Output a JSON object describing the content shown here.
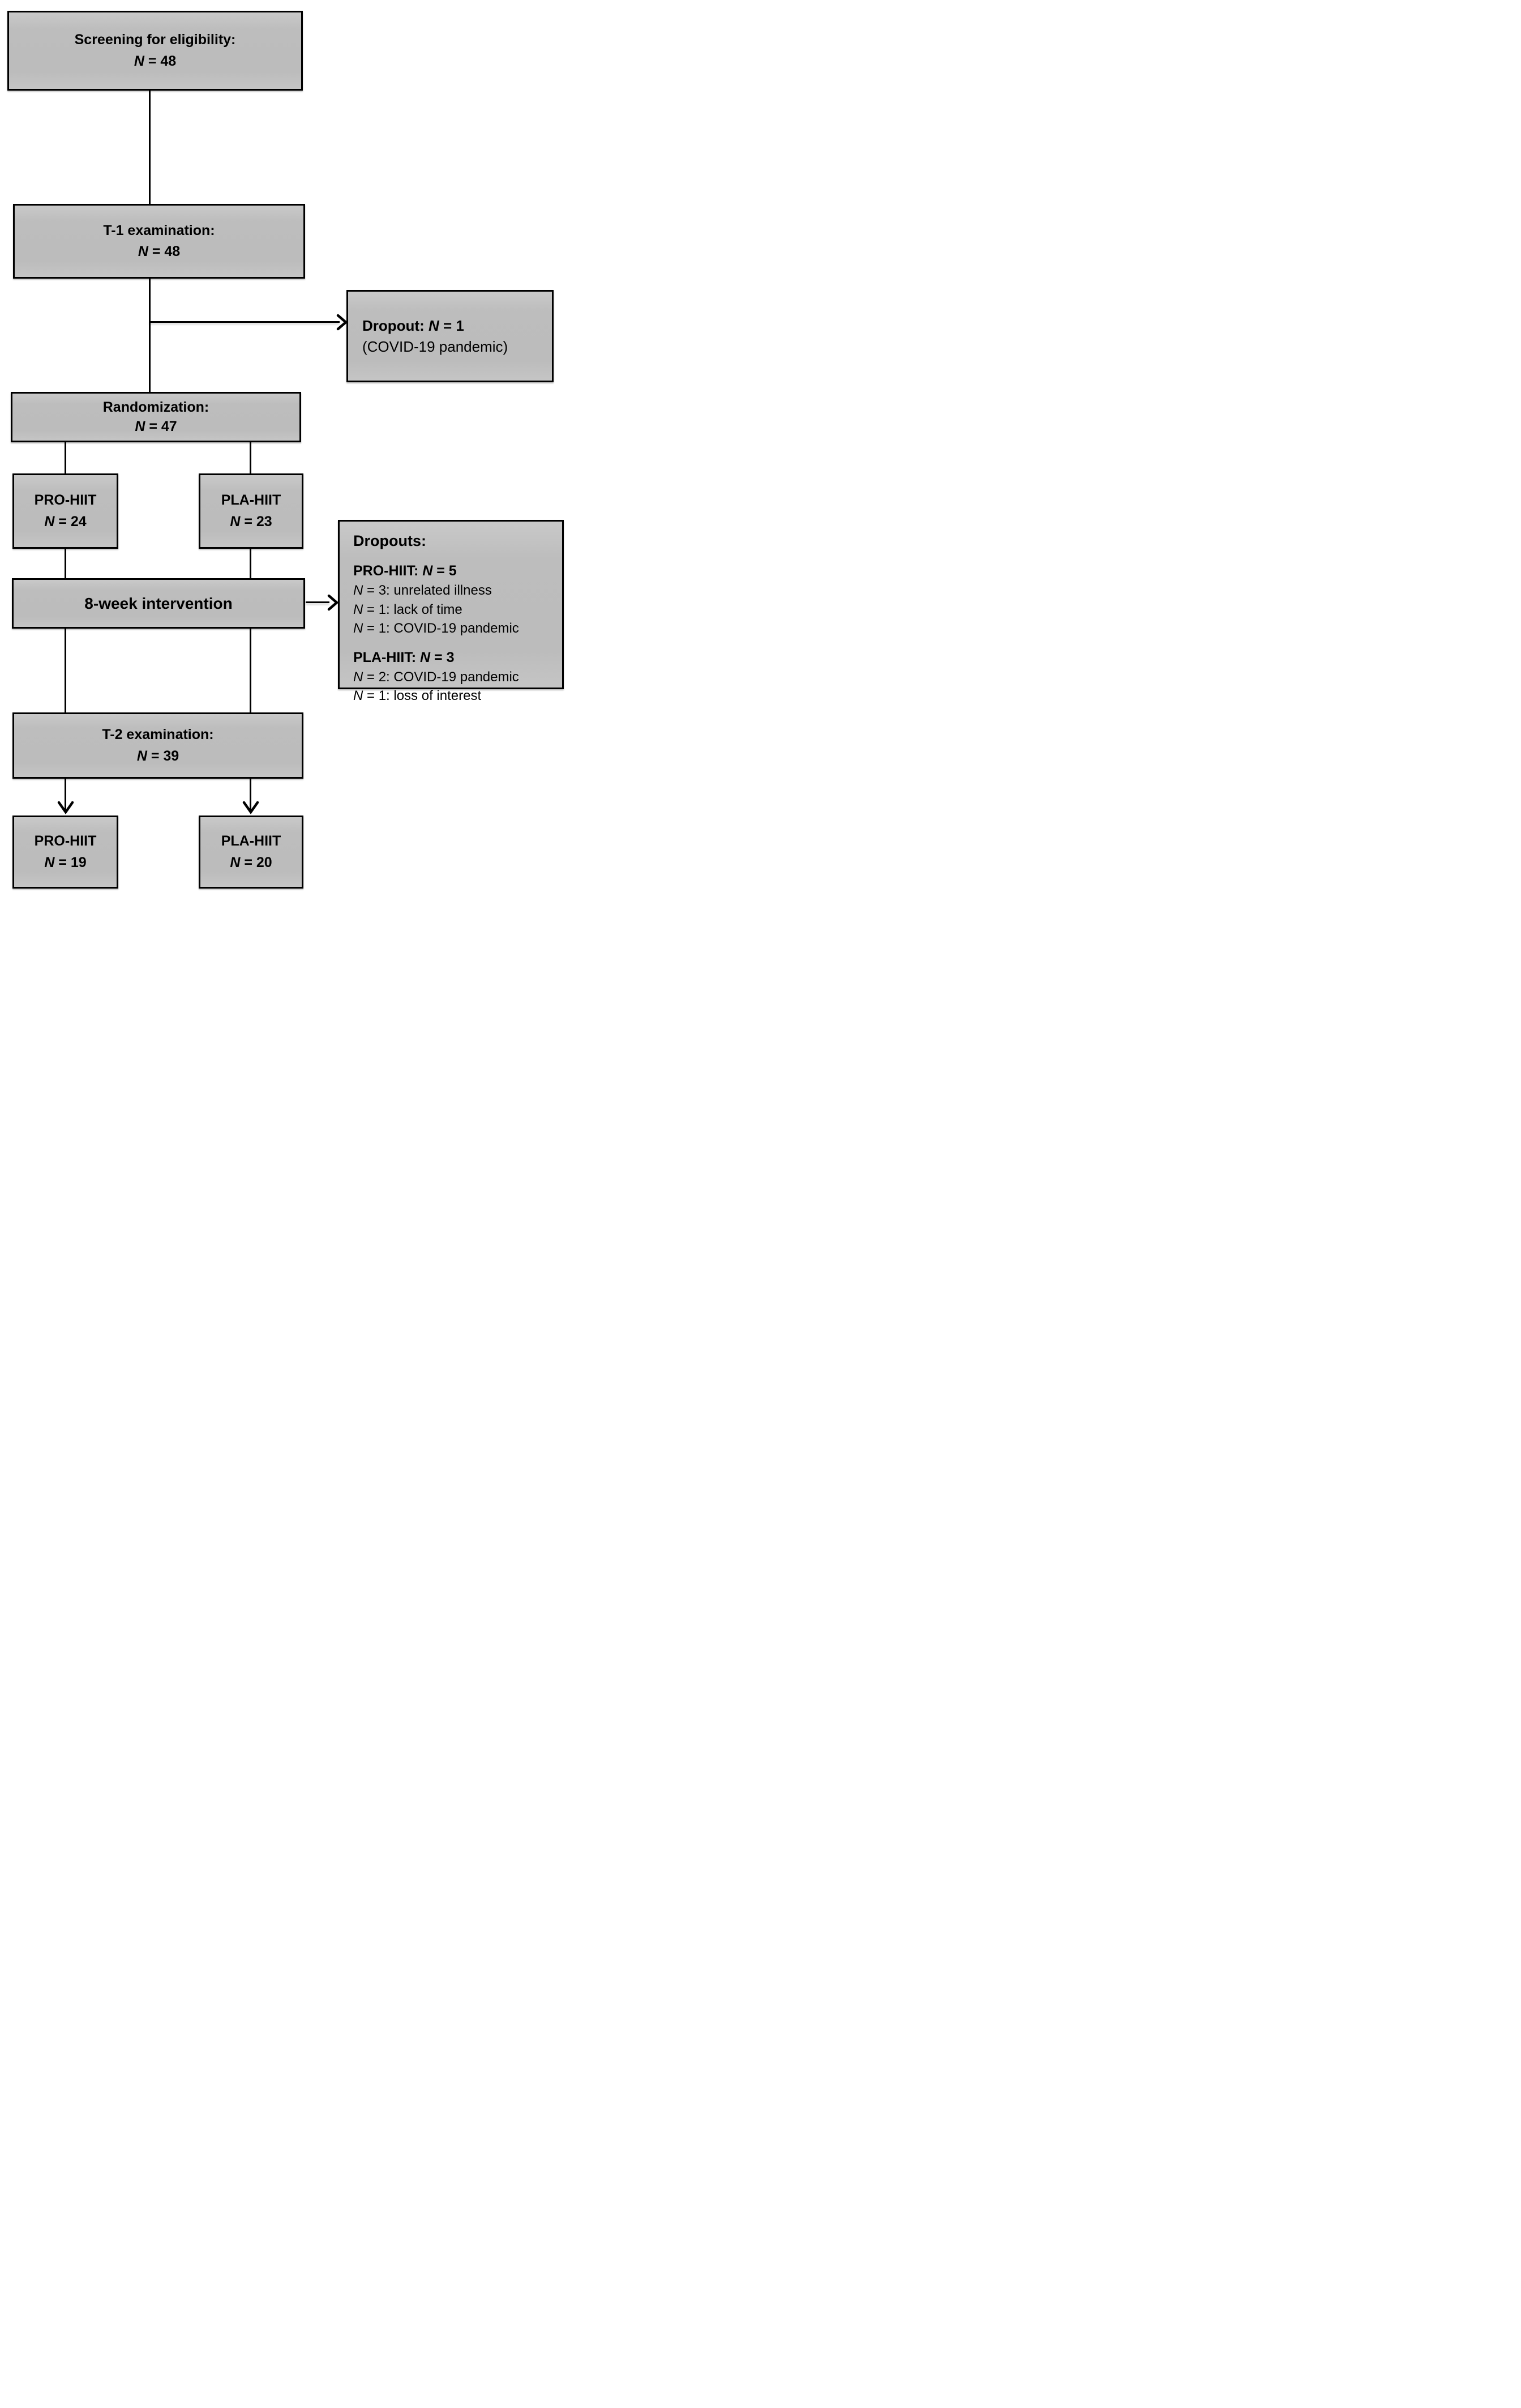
{
  "diagram": {
    "colors": {
      "box_fill": "#bdbdbd",
      "border": "#000000",
      "line": "#000000",
      "background": "#ffffff"
    },
    "boxes": {
      "screening": {
        "line1": "Screening for eligibility:",
        "n_italic": "N",
        "n_rest": " = 48"
      },
      "t1": {
        "line1": "T-1 examination:",
        "n_italic": "N",
        "n_rest": " = 48"
      },
      "dropout_t1": {
        "bold_prefix": "Dropout: ",
        "n_italic": "N",
        "bold_rest": " = 1",
        "line2": "(COVID-19 pandemic)"
      },
      "randomization": {
        "line1": "Randomization:",
        "n_italic": "N",
        "n_rest": " = 47"
      },
      "pro_arm": {
        "line1": "PRO-HIIT",
        "n_italic": "N",
        "n_rest": " = 24"
      },
      "pla_arm": {
        "line1": "PLA-HIIT",
        "n_italic": "N",
        "n_rest": " = 23"
      },
      "intervention": {
        "line1": "8-week intervention"
      },
      "dropouts": {
        "heading": "Dropouts:",
        "pro_title_name": "PRO-HIIT: ",
        "pro_title_n": "N",
        "pro_title_rest": " = 5",
        "pro_items": [
          {
            "n": "N",
            "rest": " = 3: unrelated illness"
          },
          {
            "n": "N",
            "rest": " = 1: lack of time"
          },
          {
            "n": "N",
            "rest": " = 1: COVID-19 pandemic"
          }
        ],
        "pla_title_name": "PLA-HIIT: ",
        "pla_title_n": "N",
        "pla_title_rest": " = 3",
        "pla_items": [
          {
            "n": "N",
            "rest": " = 2: COVID-19 pandemic"
          },
          {
            "n": "N",
            "rest": " = 1: loss of interest"
          }
        ]
      },
      "t2": {
        "line1": "T-2 examination:",
        "n_italic": "N",
        "n_rest": " = 39"
      },
      "pro_final": {
        "line1": "PRO-HIIT",
        "n_italic": "N",
        "n_rest": " = 19"
      },
      "pla_final": {
        "line1": "PLA-HIIT",
        "n_italic": "N",
        "n_rest": " = 20"
      }
    }
  }
}
